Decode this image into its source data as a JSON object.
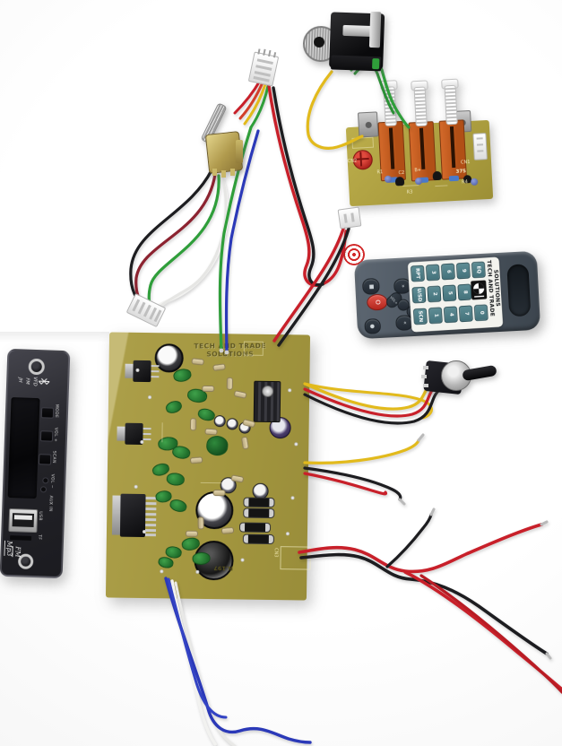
{
  "image_type": "product-photo-electronics-kit",
  "background_color": "#fcfcfc",
  "main_board": {
    "brand_line1": "TECH AND TRADE",
    "brand_line2": "SOLUTIONS",
    "part_number": "N.197",
    "connector_label": "CN3",
    "pcb_color": "#a69a44",
    "film_cap_color": "#2c8a36"
  },
  "tone_board": {
    "pcb_color": "#b2a443",
    "pot_color": "#c05a1f",
    "ref_labels": [
      "CN2",
      "R1",
      "C2",
      "B+",
      "CN1",
      "375",
      "R4",
      "R3"
    ]
  },
  "remote": {
    "body_color": "#4d5763",
    "key_color": "#4e7e88",
    "power_color": "#d23a30",
    "brand_line1": "TECH AND TRADE",
    "brand_line2": "SOLUTIONS",
    "vol_up": "VOL+",
    "vol_down": "VOL-",
    "power_glyph": "O",
    "glyphs": {
      "stop": "■",
      "next": "»",
      "prev": "«",
      "mute": "●"
    },
    "keypad_rows": [
      [
        "RPT",
        "3",
        "6",
        "9",
        "EQ"
      ],
      [
        "U/SD",
        "2",
        "5",
        "8",
        ""
      ],
      [
        "SCN",
        "1",
        "4",
        "7",
        "0"
      ]
    ]
  },
  "mp3_module": {
    "panel_color": "#26262b",
    "top_labels": [
      "JH",
      "FM",
      "VFD"
    ],
    "side_labels": [
      "MODE",
      "VOL +",
      "SCAN",
      "VOL −",
      "AUX IN"
    ],
    "usb_label": "USB",
    "tf_label": "TF",
    "logo_line1": "Mp3",
    "logo_line2": "FM"
  },
  "wire_colors": {
    "red": "#c8202a",
    "black": "#1d1d20",
    "yellow": "#e2ba1c",
    "green": "#2f9e3a",
    "blue": "#2b39b8",
    "white": "#f2f2f0",
    "maroon": "#8c2330"
  }
}
